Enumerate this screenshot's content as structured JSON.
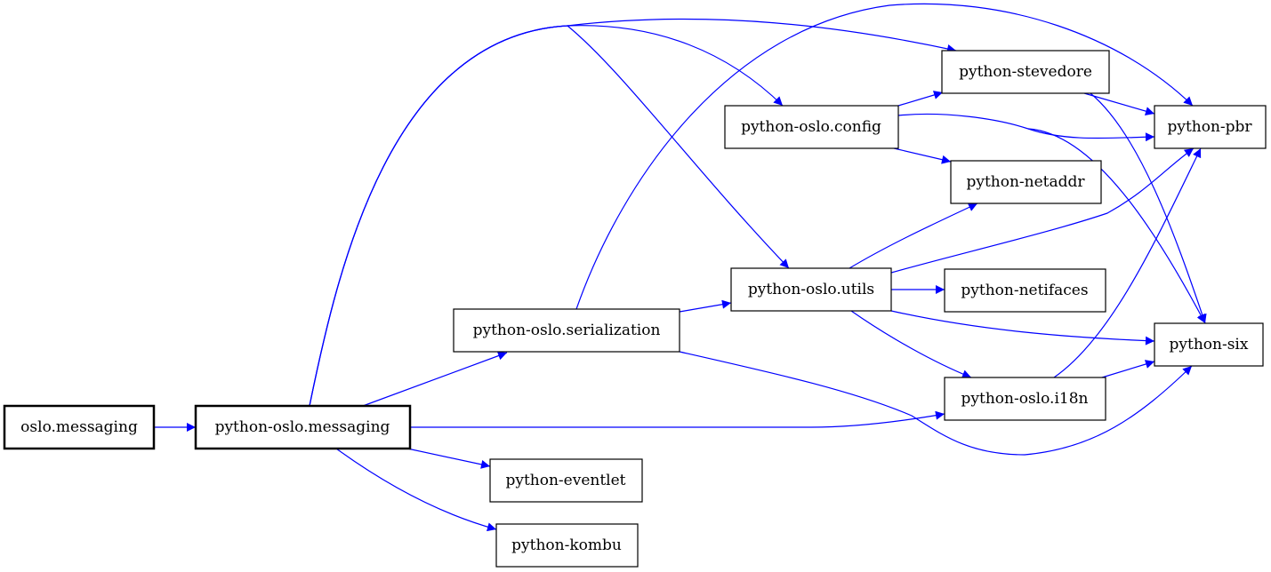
{
  "graph": {
    "edge_color": "#0000ff",
    "node_border": "#000000",
    "nodes": [
      {
        "id": "oslo_messaging",
        "label": "oslo.messaging"
      },
      {
        "id": "python_oslo_messaging",
        "label": "python-oslo.messaging"
      },
      {
        "id": "python_oslo_serialization",
        "label": "python-oslo.serialization"
      },
      {
        "id": "python_eventlet",
        "label": "python-eventlet"
      },
      {
        "id": "python_kombu",
        "label": "python-kombu"
      },
      {
        "id": "python_oslo_config",
        "label": "python-oslo.config"
      },
      {
        "id": "python_oslo_utils",
        "label": "python-oslo.utils"
      },
      {
        "id": "python_stevedore",
        "label": "python-stevedore"
      },
      {
        "id": "python_netaddr",
        "label": "python-netaddr"
      },
      {
        "id": "python_netifaces",
        "label": "python-netifaces"
      },
      {
        "id": "python_oslo_i18n",
        "label": "python-oslo.i18n"
      },
      {
        "id": "python_pbr",
        "label": "python-pbr"
      },
      {
        "id": "python_six",
        "label": "python-six"
      }
    ],
    "edges": [
      {
        "from": "oslo_messaging",
        "to": "python_oslo_messaging"
      },
      {
        "from": "python_oslo_messaging",
        "to": "python_oslo_serialization"
      },
      {
        "from": "python_oslo_messaging",
        "to": "python_eventlet"
      },
      {
        "from": "python_oslo_messaging",
        "to": "python_kombu"
      },
      {
        "from": "python_oslo_messaging",
        "to": "python_oslo_config"
      },
      {
        "from": "python_oslo_messaging",
        "to": "python_stevedore"
      },
      {
        "from": "python_oslo_messaging",
        "to": "python_oslo_utils"
      },
      {
        "from": "python_oslo_messaging",
        "to": "python_oslo_i18n"
      },
      {
        "from": "python_oslo_serialization",
        "to": "python_oslo_utils"
      },
      {
        "from": "python_oslo_serialization",
        "to": "python_pbr"
      },
      {
        "from": "python_oslo_serialization",
        "to": "python_six"
      },
      {
        "from": "python_oslo_config",
        "to": "python_stevedore"
      },
      {
        "from": "python_oslo_config",
        "to": "python_netaddr"
      },
      {
        "from": "python_oslo_config",
        "to": "python_pbr"
      },
      {
        "from": "python_oslo_config",
        "to": "python_six"
      },
      {
        "from": "python_stevedore",
        "to": "python_pbr"
      },
      {
        "from": "python_stevedore",
        "to": "python_six"
      },
      {
        "from": "python_oslo_utils",
        "to": "python_netaddr"
      },
      {
        "from": "python_oslo_utils",
        "to": "python_netifaces"
      },
      {
        "from": "python_oslo_utils",
        "to": "python_pbr"
      },
      {
        "from": "python_oslo_utils",
        "to": "python_six"
      },
      {
        "from": "python_oslo_utils",
        "to": "python_oslo_i18n"
      },
      {
        "from": "python_oslo_i18n",
        "to": "python_pbr"
      },
      {
        "from": "python_oslo_i18n",
        "to": "python_six"
      }
    ]
  }
}
